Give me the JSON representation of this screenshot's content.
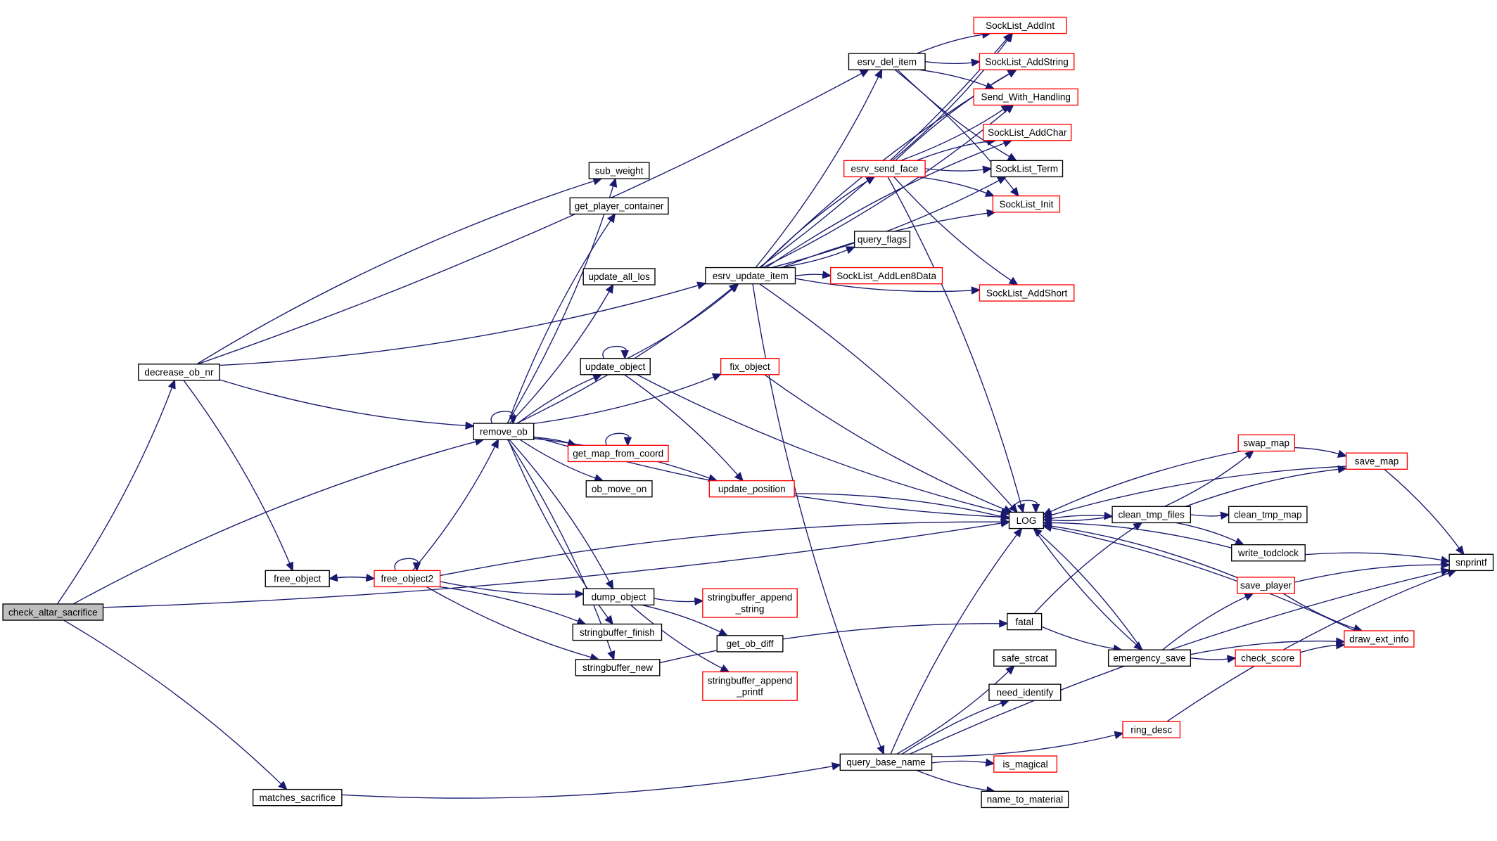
{
  "diagram": {
    "type": "call-graph",
    "edge_color": "#191970",
    "node_border_default": "#000000",
    "node_border_truncated": "#ff0000",
    "root_fill": "#bfbfbf",
    "nodes": [
      {
        "id": "check_altar_sacrifice",
        "label": "check_altar_sacrifice",
        "style": "root"
      },
      {
        "id": "decrease_ob_nr",
        "label": "decrease_ob_nr",
        "style": "normal"
      },
      {
        "id": "free_object",
        "label": "free_object",
        "style": "normal"
      },
      {
        "id": "free_object2",
        "label": "free_object2",
        "style": "red"
      },
      {
        "id": "remove_ob",
        "label": "remove_ob",
        "style": "normal"
      },
      {
        "id": "matches_sacrifice",
        "label": "matches_sacrifice",
        "style": "normal"
      },
      {
        "id": "sub_weight",
        "label": "sub_weight",
        "style": "normal"
      },
      {
        "id": "get_player_container",
        "label": "get_player_container",
        "style": "normal"
      },
      {
        "id": "update_all_los",
        "label": "update_all_los",
        "style": "normal"
      },
      {
        "id": "update_object",
        "label": "update_object",
        "style": "normal"
      },
      {
        "id": "get_map_from_coord",
        "label": "get_map_from_coord",
        "style": "red"
      },
      {
        "id": "ob_move_on",
        "label": "ob_move_on",
        "style": "normal"
      },
      {
        "id": "dump_object",
        "label": "dump_object",
        "style": "normal"
      },
      {
        "id": "stringbuffer_finish",
        "label": "stringbuffer_finish",
        "style": "normal"
      },
      {
        "id": "stringbuffer_new",
        "label": "stringbuffer_new",
        "style": "normal"
      },
      {
        "id": "esrv_update_item",
        "label": "esrv_update_item",
        "style": "normal"
      },
      {
        "id": "fix_object",
        "label": "fix_object",
        "style": "red"
      },
      {
        "id": "update_position",
        "label": "update_position",
        "style": "red"
      },
      {
        "id": "stringbuffer_append_string",
        "label": "stringbuffer_append\n_string",
        "style": "red"
      },
      {
        "id": "get_ob_diff",
        "label": "get_ob_diff",
        "style": "normal"
      },
      {
        "id": "stringbuffer_append_printf",
        "label": "stringbuffer_append\n_printf",
        "style": "red"
      },
      {
        "id": "esrv_del_item",
        "label": "esrv_del_item",
        "style": "normal"
      },
      {
        "id": "esrv_send_face",
        "label": "esrv_send_face",
        "style": "red"
      },
      {
        "id": "query_flags",
        "label": "query_flags",
        "style": "normal"
      },
      {
        "id": "SockList_AddLen8Data",
        "label": "SockList_AddLen8Data",
        "style": "red"
      },
      {
        "id": "query_base_name",
        "label": "query_base_name",
        "style": "normal"
      },
      {
        "id": "SockList_AddInt",
        "label": "SockList_AddInt",
        "style": "red"
      },
      {
        "id": "SockList_AddString",
        "label": "SockList_AddString",
        "style": "red"
      },
      {
        "id": "Send_With_Handling",
        "label": "Send_With_Handling",
        "style": "red"
      },
      {
        "id": "SockList_AddChar",
        "label": "SockList_AddChar",
        "style": "red"
      },
      {
        "id": "SockList_Term",
        "label": "SockList_Term",
        "style": "normal"
      },
      {
        "id": "SockList_Init",
        "label": "SockList_Init",
        "style": "red"
      },
      {
        "id": "SockList_AddShort",
        "label": "SockList_AddShort",
        "style": "red"
      },
      {
        "id": "LOG",
        "label": "LOG",
        "style": "normal"
      },
      {
        "id": "fatal",
        "label": "fatal",
        "style": "normal"
      },
      {
        "id": "safe_strcat",
        "label": "safe_strcat",
        "style": "normal"
      },
      {
        "id": "need_identify",
        "label": "need_identify",
        "style": "normal"
      },
      {
        "id": "is_magical",
        "label": "is_magical",
        "style": "red"
      },
      {
        "id": "name_to_material",
        "label": "name_to_material",
        "style": "normal"
      },
      {
        "id": "clean_tmp_files",
        "label": "clean_tmp_files",
        "style": "normal"
      },
      {
        "id": "emergency_save",
        "label": "emergency_save",
        "style": "normal"
      },
      {
        "id": "ring_desc",
        "label": "ring_desc",
        "style": "red"
      },
      {
        "id": "swap_map",
        "label": "swap_map",
        "style": "red"
      },
      {
        "id": "clean_tmp_map",
        "label": "clean_tmp_map",
        "style": "normal"
      },
      {
        "id": "write_todclock",
        "label": "write_todclock",
        "style": "normal"
      },
      {
        "id": "save_player",
        "label": "save_player",
        "style": "red"
      },
      {
        "id": "check_score",
        "label": "check_score",
        "style": "red"
      },
      {
        "id": "draw_ext_info",
        "label": "draw_ext_info",
        "style": "red"
      },
      {
        "id": "save_map",
        "label": "save_map",
        "style": "red"
      },
      {
        "id": "snprintf",
        "label": "snprintf",
        "style": "normal"
      }
    ],
    "edges": [
      [
        "check_altar_sacrifice",
        "decrease_ob_nr"
      ],
      [
        "check_altar_sacrifice",
        "remove_ob"
      ],
      [
        "check_altar_sacrifice",
        "LOG"
      ],
      [
        "check_altar_sacrifice",
        "matches_sacrifice"
      ],
      [
        "decrease_ob_nr",
        "esrv_update_item"
      ],
      [
        "decrease_ob_nr",
        "sub_weight"
      ],
      [
        "decrease_ob_nr",
        "remove_ob"
      ],
      [
        "decrease_ob_nr",
        "free_object"
      ],
      [
        "decrease_ob_nr",
        "esrv_del_item"
      ],
      [
        "free_object",
        "free_object2"
      ],
      [
        "free_object2",
        "free_object"
      ],
      [
        "free_object2",
        "free_object2"
      ],
      [
        "free_object2",
        "remove_ob"
      ],
      [
        "free_object2",
        "LOG"
      ],
      [
        "free_object2",
        "dump_object"
      ],
      [
        "free_object2",
        "stringbuffer_finish"
      ],
      [
        "free_object2",
        "stringbuffer_new"
      ],
      [
        "remove_ob",
        "remove_ob"
      ],
      [
        "remove_ob",
        "sub_weight"
      ],
      [
        "remove_ob",
        "get_player_container"
      ],
      [
        "remove_ob",
        "update_all_los"
      ],
      [
        "remove_ob",
        "update_object"
      ],
      [
        "remove_ob",
        "fix_object"
      ],
      [
        "remove_ob",
        "get_map_from_coord"
      ],
      [
        "remove_ob",
        "ob_move_on"
      ],
      [
        "remove_ob",
        "update_position"
      ],
      [
        "remove_ob",
        "LOG"
      ],
      [
        "remove_ob",
        "dump_object"
      ],
      [
        "remove_ob",
        "stringbuffer_finish"
      ],
      [
        "remove_ob",
        "stringbuffer_new"
      ],
      [
        "remove_ob",
        "esrv_update_item"
      ],
      [
        "update_object",
        "update_object"
      ],
      [
        "update_object",
        "esrv_update_item"
      ],
      [
        "update_object",
        "update_position"
      ],
      [
        "update_object",
        "LOG"
      ],
      [
        "get_map_from_coord",
        "get_map_from_coord"
      ],
      [
        "dump_object",
        "stringbuffer_append_string"
      ],
      [
        "dump_object",
        "get_ob_diff"
      ],
      [
        "dump_object",
        "stringbuffer_append_printf"
      ],
      [
        "stringbuffer_new",
        "fatal"
      ],
      [
        "fix_object",
        "LOG"
      ],
      [
        "update_position",
        "LOG"
      ],
      [
        "esrv_update_item",
        "esrv_del_item"
      ],
      [
        "esrv_update_item",
        "esrv_send_face"
      ],
      [
        "esrv_update_item",
        "query_flags"
      ],
      [
        "esrv_update_item",
        "SockList_AddLen8Data"
      ],
      [
        "esrv_update_item",
        "SockList_AddInt"
      ],
      [
        "esrv_update_item",
        "SockList_AddString"
      ],
      [
        "esrv_update_item",
        "Send_With_Handling"
      ],
      [
        "esrv_update_item",
        "SockList_AddChar"
      ],
      [
        "esrv_update_item",
        "SockList_Term"
      ],
      [
        "esrv_update_item",
        "SockList_Init"
      ],
      [
        "esrv_update_item",
        "SockList_AddShort"
      ],
      [
        "esrv_update_item",
        "LOG"
      ],
      [
        "esrv_update_item",
        "query_base_name"
      ],
      [
        "esrv_del_item",
        "SockList_AddInt"
      ],
      [
        "esrv_del_item",
        "SockList_AddString"
      ],
      [
        "esrv_del_item",
        "Send_With_Handling"
      ],
      [
        "esrv_del_item",
        "SockList_Term"
      ],
      [
        "esrv_del_item",
        "SockList_Init"
      ],
      [
        "esrv_send_face",
        "SockList_AddInt"
      ],
      [
        "esrv_send_face",
        "SockList_AddString"
      ],
      [
        "esrv_send_face",
        "Send_With_Handling"
      ],
      [
        "esrv_send_face",
        "SockList_AddChar"
      ],
      [
        "esrv_send_face",
        "SockList_Term"
      ],
      [
        "esrv_send_face",
        "SockList_Init"
      ],
      [
        "esrv_send_face",
        "SockList_AddShort"
      ],
      [
        "esrv_send_face",
        "LOG"
      ],
      [
        "matches_sacrifice",
        "query_base_name"
      ],
      [
        "query_base_name",
        "LOG"
      ],
      [
        "query_base_name",
        "safe_strcat"
      ],
      [
        "query_base_name",
        "need_identify"
      ],
      [
        "query_base_name",
        "ring_desc"
      ],
      [
        "query_base_name",
        "is_magical"
      ],
      [
        "query_base_name",
        "name_to_material"
      ],
      [
        "query_base_name",
        "snprintf"
      ],
      [
        "LOG",
        "LOG"
      ],
      [
        "LOG",
        "clean_tmp_files"
      ],
      [
        "LOG",
        "emergency_save"
      ],
      [
        "fatal",
        "clean_tmp_files"
      ],
      [
        "fatal",
        "emergency_save"
      ],
      [
        "clean_tmp_files",
        "LOG"
      ],
      [
        "clean_tmp_files",
        "swap_map"
      ],
      [
        "clean_tmp_files",
        "save_map"
      ],
      [
        "clean_tmp_files",
        "clean_tmp_map"
      ],
      [
        "clean_tmp_files",
        "write_todclock"
      ],
      [
        "emergency_save",
        "LOG"
      ],
      [
        "emergency_save",
        "save_player"
      ],
      [
        "emergency_save",
        "check_score"
      ],
      [
        "emergency_save",
        "draw_ext_info"
      ],
      [
        "swap_map",
        "LOG"
      ],
      [
        "swap_map",
        "save_map"
      ],
      [
        "save_map",
        "LOG"
      ],
      [
        "save_map",
        "snprintf"
      ],
      [
        "write_todclock",
        "LOG"
      ],
      [
        "write_todclock",
        "snprintf"
      ],
      [
        "save_player",
        "LOG"
      ],
      [
        "save_player",
        "snprintf"
      ],
      [
        "save_player",
        "draw_ext_info"
      ],
      [
        "check_score",
        "draw_ext_info"
      ],
      [
        "draw_ext_info",
        "LOG"
      ],
      [
        "ring_desc",
        "snprintf"
      ]
    ]
  }
}
